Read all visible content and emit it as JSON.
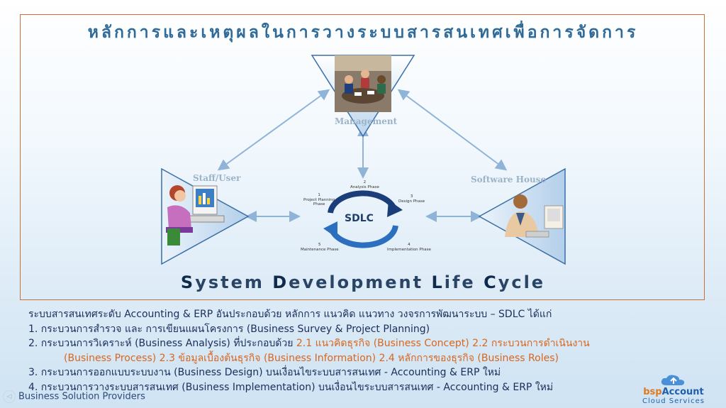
{
  "title": "หลักการและเหตุผลในการวางระบบสารสนเทศเพื่อการจัดการ",
  "diagram": {
    "management_label": "Management",
    "staff_label": "Staff/User",
    "software_label": "Software House",
    "sdlc": {
      "center": "SDLC",
      "phase1": "1\nProject Planning\nPhase",
      "phase2": "2\nAnalysis Phase",
      "phase3": "3\nDesign Phase",
      "phase4": "4\nImplementation Phase",
      "phase5": "5\nMaintenance Phase"
    }
  },
  "subtitle": {
    "s": "S",
    "ystem": "ystem ",
    "d": "D",
    "evelopment": "evelopment ",
    "l": "L",
    "ife": "ife ",
    "c": "C",
    "ycle": "ycle"
  },
  "body": {
    "intro": "ระบบสารสนเทศระดับ Accounting & ERP อันประกอบด้วย หลักการ แนวคิด แนวทาง วงจรการพัฒนาระบบ – SDLC ได้แก่",
    "item1": "1. กระบวนการสำรวจ และ การเขียนแผนโครงการ (Business Survey & Project Planning)",
    "item2_prefix": "2. กระบวนการวิเคราะห์ (Business Analysis) ที่ประกอบด้วย ",
    "item2_orange": "2.1 แนวคิดธุรกิจ (Business Concept) 2.2 กระบวนการดำเนินงาน",
    "item2_line2": "(Business Process) 2.3 ข้อมูลเบื้องต้นธุรกิจ (Business Information) 2.4 หลักการของธุรกิจ (Business Roles)",
    "item3": "3. กระบวนการออกแบบระบบงาน (Business Design) บนเงื่อนไขระบบสารสนเทศ - Accounting & ERP ใหม่",
    "item4": "4. กระบวนการวางระบบสารสนเทศ (Business Implementation) บนเงื่อนไขระบบสารสนเทศ - Accounting & ERP ใหม่"
  },
  "footer": {
    "left": "Business Solution Providers",
    "logo_b": "bsp",
    "logo_a": "Account",
    "logo_tag": "Cloud Services"
  }
}
